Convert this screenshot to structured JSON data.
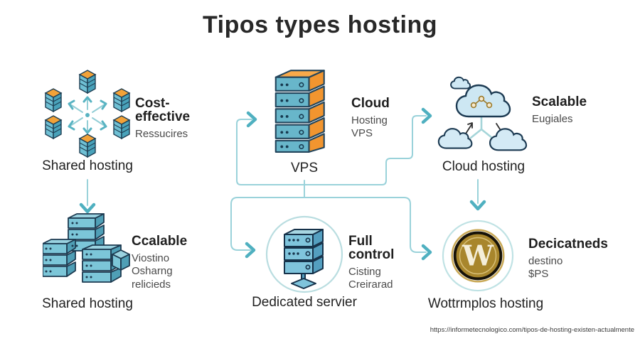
{
  "title": "Tipos types hosting",
  "footer": {
    "source_url": "https://informetecnologico.com/tipos-de-hosting-existen-actualmente"
  },
  "colors": {
    "connector_line": "#9ad2da",
    "arrowhead": "#4fb0c0",
    "outline_navy": "#1d3d52",
    "server_teal": "#6fc0d4",
    "server_teal_dark": "#4f9fb6",
    "orange": "#f2952f",
    "cloud_blue": "#cfe8f4",
    "wordpress_gold": "#a8862c",
    "title_text": "#282828",
    "body_text": "#4a4a4a"
  },
  "sections": {
    "shared_top": {
      "label": "Shared hosting",
      "feature": "Cost-effective",
      "details": [
        "Ressucires"
      ],
      "icon": "shared-hosting-network-icon"
    },
    "vps": {
      "label": "VPS",
      "feature": "Cloud",
      "details": [
        "Hosting",
        "VPS"
      ],
      "icon": "vps-server-stack-icon"
    },
    "cloud": {
      "label": "Cloud hosting",
      "feature": "Scalable",
      "details": [
        "Eugiales"
      ],
      "icon": "cloud-network-icon"
    },
    "shared_bottom": {
      "label": "Shared hosting",
      "feature": "Ccalable",
      "details": [
        "Viostino",
        "Osharng relicieds"
      ],
      "icon": "server-cluster-icon"
    },
    "dedicated": {
      "label": "Dedicated servier",
      "feature": "Full control",
      "details": [
        "Cisting",
        "Creirarad"
      ],
      "icon": "dedicated-server-icon"
    },
    "wordpress": {
      "label": "Wottrmplos hosting",
      "feature": "Decicatneds",
      "details": [
        "destino",
        "$PS"
      ],
      "icon": "wordpress-logo-icon",
      "logo_letter": "W"
    }
  }
}
